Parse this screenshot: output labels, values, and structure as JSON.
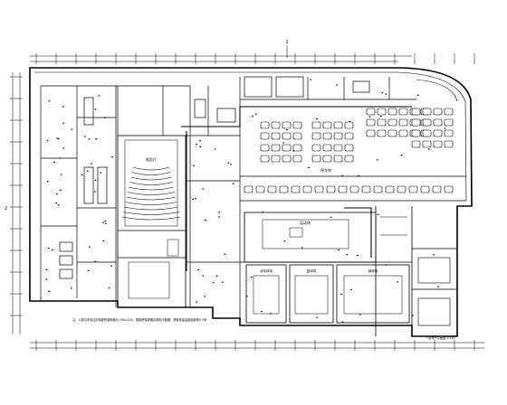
{
  "drawing": {
    "north_marker": "1",
    "left_marker": "2",
    "note_text": "注：1.图中未标注的电缆桥架规格为 200×100，弱电桥架规格见弱电平面图，桥架安装高度距梁底0.3米",
    "sheet_info": "一层电气平面图 1:150"
  },
  "areas": {
    "auditorium": {
      "label": "报告厅",
      "rows": 11
    },
    "parking": {
      "label": "停车库"
    },
    "sports_hall": {
      "label": "运动场"
    },
    "courts": [
      {
        "label": "羽毛球场"
      },
      {
        "label": "篮球场"
      },
      {
        "label": "网球场"
      }
    ]
  }
}
